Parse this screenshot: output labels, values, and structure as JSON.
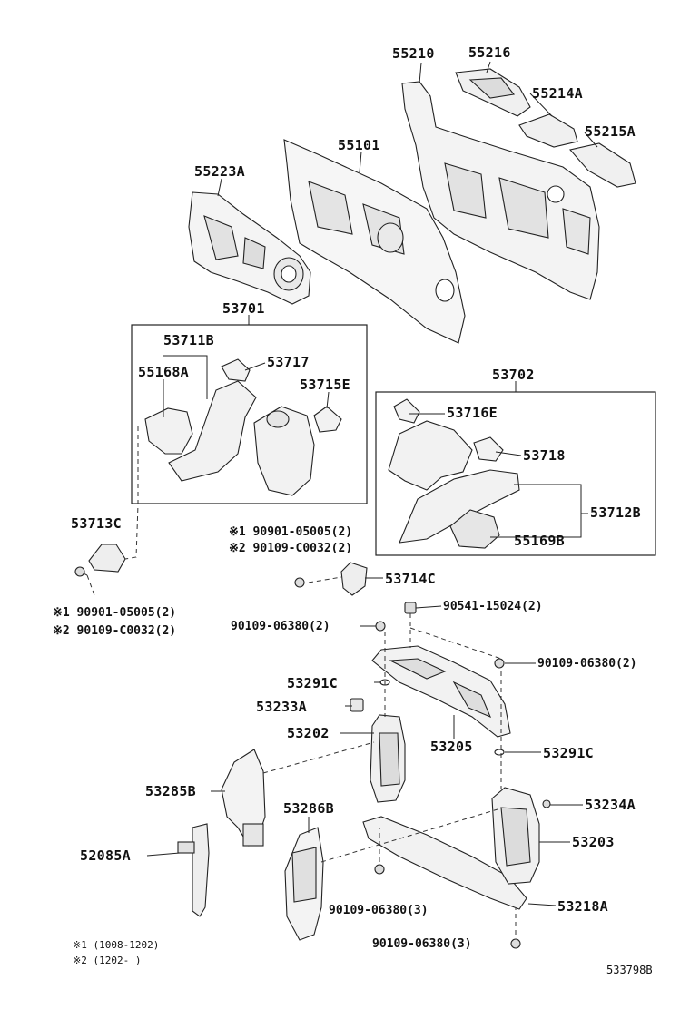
{
  "labels": {
    "p55210": "55210",
    "p55216": "55216",
    "p55214A": "55214A",
    "p55215A": "55215A",
    "p55101": "55101",
    "p55223A": "55223A",
    "p53701": "53701",
    "p53711B": "53711B",
    "p53717": "53717",
    "p55168A": "55168A",
    "p53715E": "53715E",
    "p53702": "53702",
    "p53716E": "53716E",
    "p53718": "53718",
    "p53712B": "53712B",
    "p55169B": "55169B",
    "p53713C": "53713C",
    "p53714C": "53714C",
    "left_bolt_1": "※1 90901-05005(2)",
    "left_bolt_2": "※2 90109-C0032(2)",
    "mid_bolt_1": "※1 90901-05005(2)",
    "mid_bolt_2": "※2 90109-C0032(2)",
    "p90541": "90541-15024(2)",
    "p90109_left": "90109-06380(2)",
    "p90109_right": "90109-06380(2)",
    "p53291C_a": "53291C",
    "p53233A": "53233A",
    "p53202": "53202",
    "p53205": "53205",
    "p53291C_b": "53291C",
    "p53285B": "53285B",
    "p53234A": "53234A",
    "p53286B": "53286B",
    "p53203": "53203",
    "p52085A": "52085A",
    "p90109_bottom_mid": "90109-06380(3)",
    "p53218A": "53218A",
    "p90109_bottom": "90109-06380(3)"
  },
  "notes": {
    "n1": "※1 (1008-1202)",
    "n2": "※2 (1202-    )"
  },
  "diagram_code": "533798B",
  "colors": {
    "ink": "#111111",
    "background": "#ffffff"
  }
}
